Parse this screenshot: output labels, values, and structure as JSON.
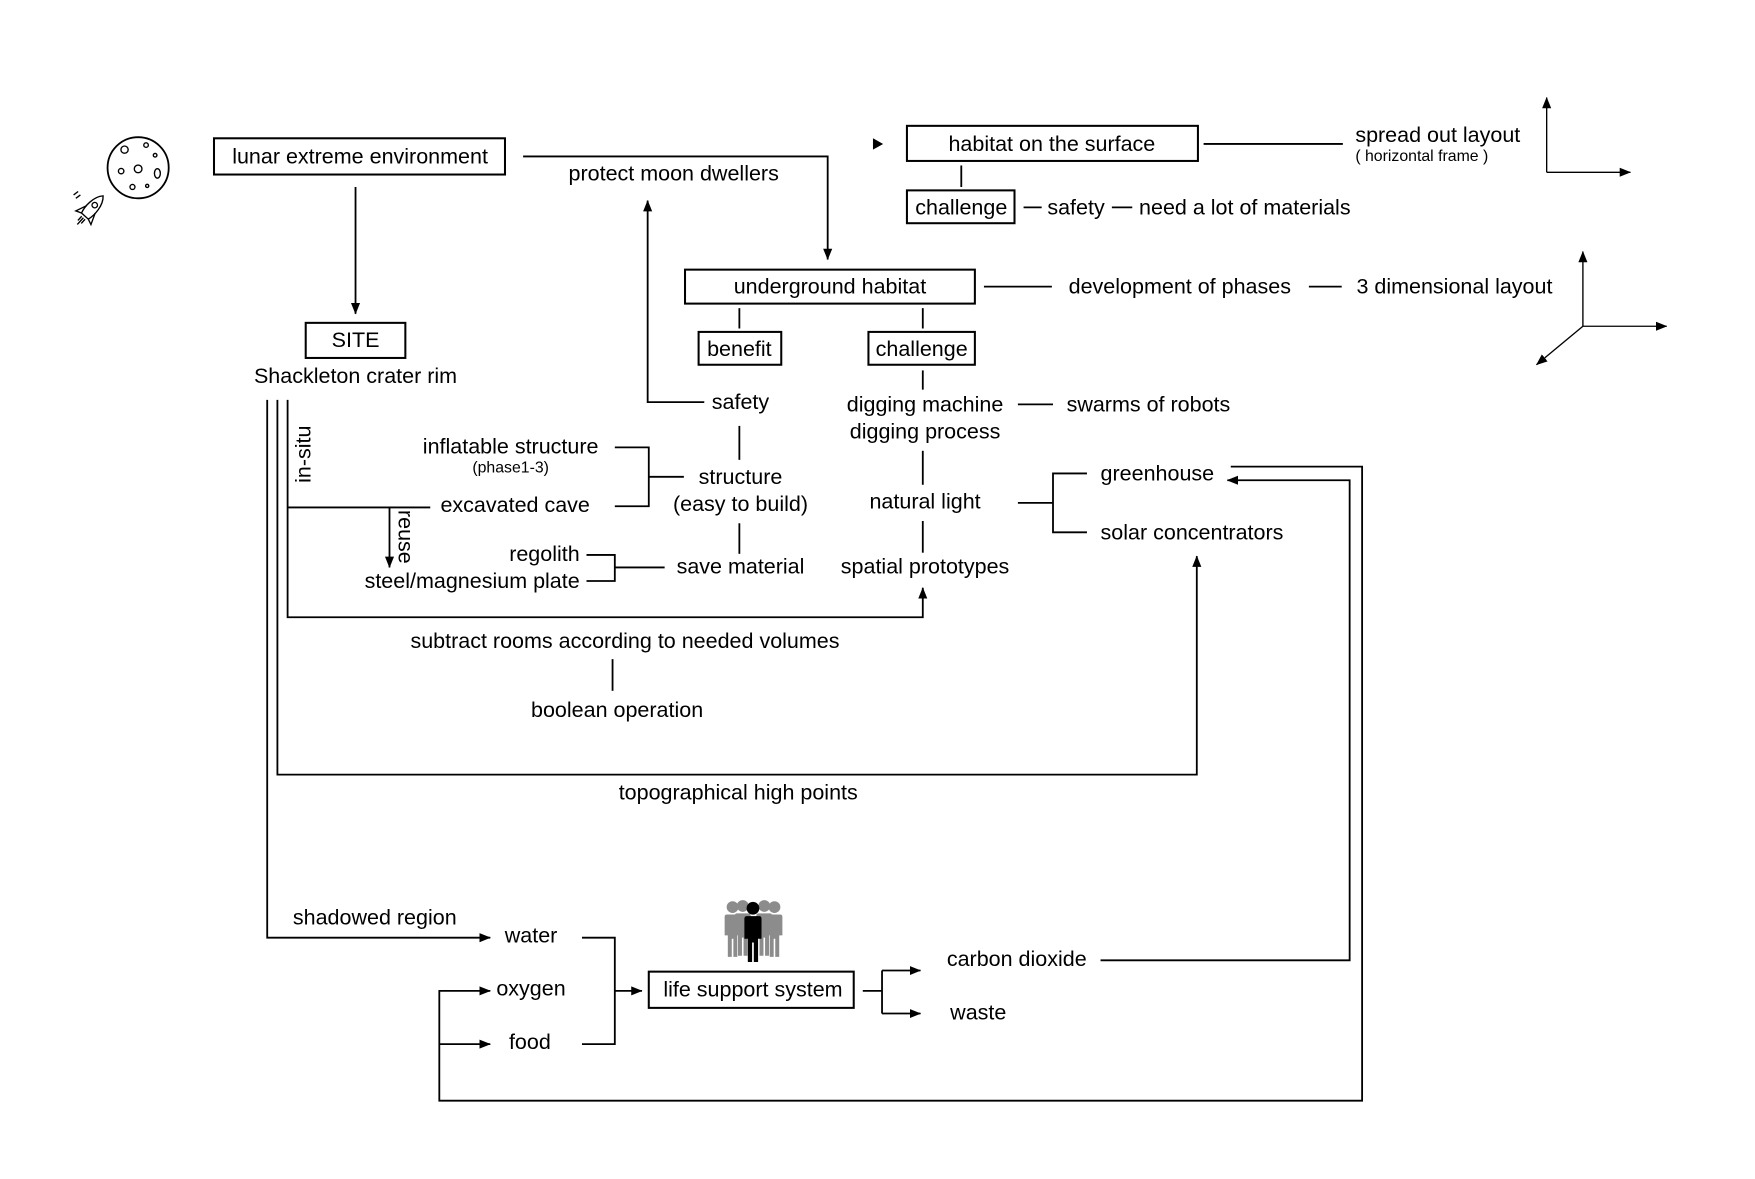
{
  "colors": {
    "ink": "#000000",
    "background": "#ffffff",
    "crowd": "#8c8c8c"
  },
  "icons": {
    "moon": "moon-icon",
    "rocket": "rocket-icon",
    "pointer": "triangle-pointer-icon",
    "axes_2d": "axis-2d-icon",
    "axes_3d": "axis-3d-icon",
    "people": "people-icon"
  },
  "top": {
    "lunar_environment": "lunar extreme environment",
    "protect": "protect moon dwellers",
    "site": "SITE",
    "site_name": "Shackleton crater rim"
  },
  "surface": {
    "title": "habitat on the surface",
    "layout": "spread out layout",
    "frame": "( horizontal frame )",
    "challenge": "challenge",
    "safety": "safety",
    "issue": "need a lot of materials"
  },
  "underground": {
    "title": "underground habitat",
    "phases": "development of phases",
    "layout": "3 dimensional layout",
    "benefit": {
      "label": "benefit",
      "safety": "safety",
      "structure": "structure",
      "structure_note": "(easy to build)",
      "save_material": "save material"
    },
    "challenge": {
      "label": "challenge",
      "digging_machine": "digging machine",
      "digging_process": "digging process",
      "robots": "swarms of robots",
      "natural_light": "natural light",
      "greenhouse": "greenhouse",
      "solar": "solar concentrators",
      "spatial": "spatial prototypes"
    }
  },
  "construction": {
    "in_situ": "in-situ",
    "reuse": "reuse",
    "inflatable": "inflatable structure",
    "phase": "(phase1-3)",
    "cave": "excavated cave",
    "regolith": "regolith",
    "plate": "steel/magnesium plate",
    "subtract": "subtract rooms according to needed volumes",
    "boolean": "boolean operation",
    "topographical": "topographical high points"
  },
  "life_support": {
    "shadowed": "shadowed region",
    "inputs": [
      "water",
      "oxygen",
      "food"
    ],
    "system": "life support system",
    "outputs": [
      "carbon dioxide",
      "waste"
    ]
  }
}
